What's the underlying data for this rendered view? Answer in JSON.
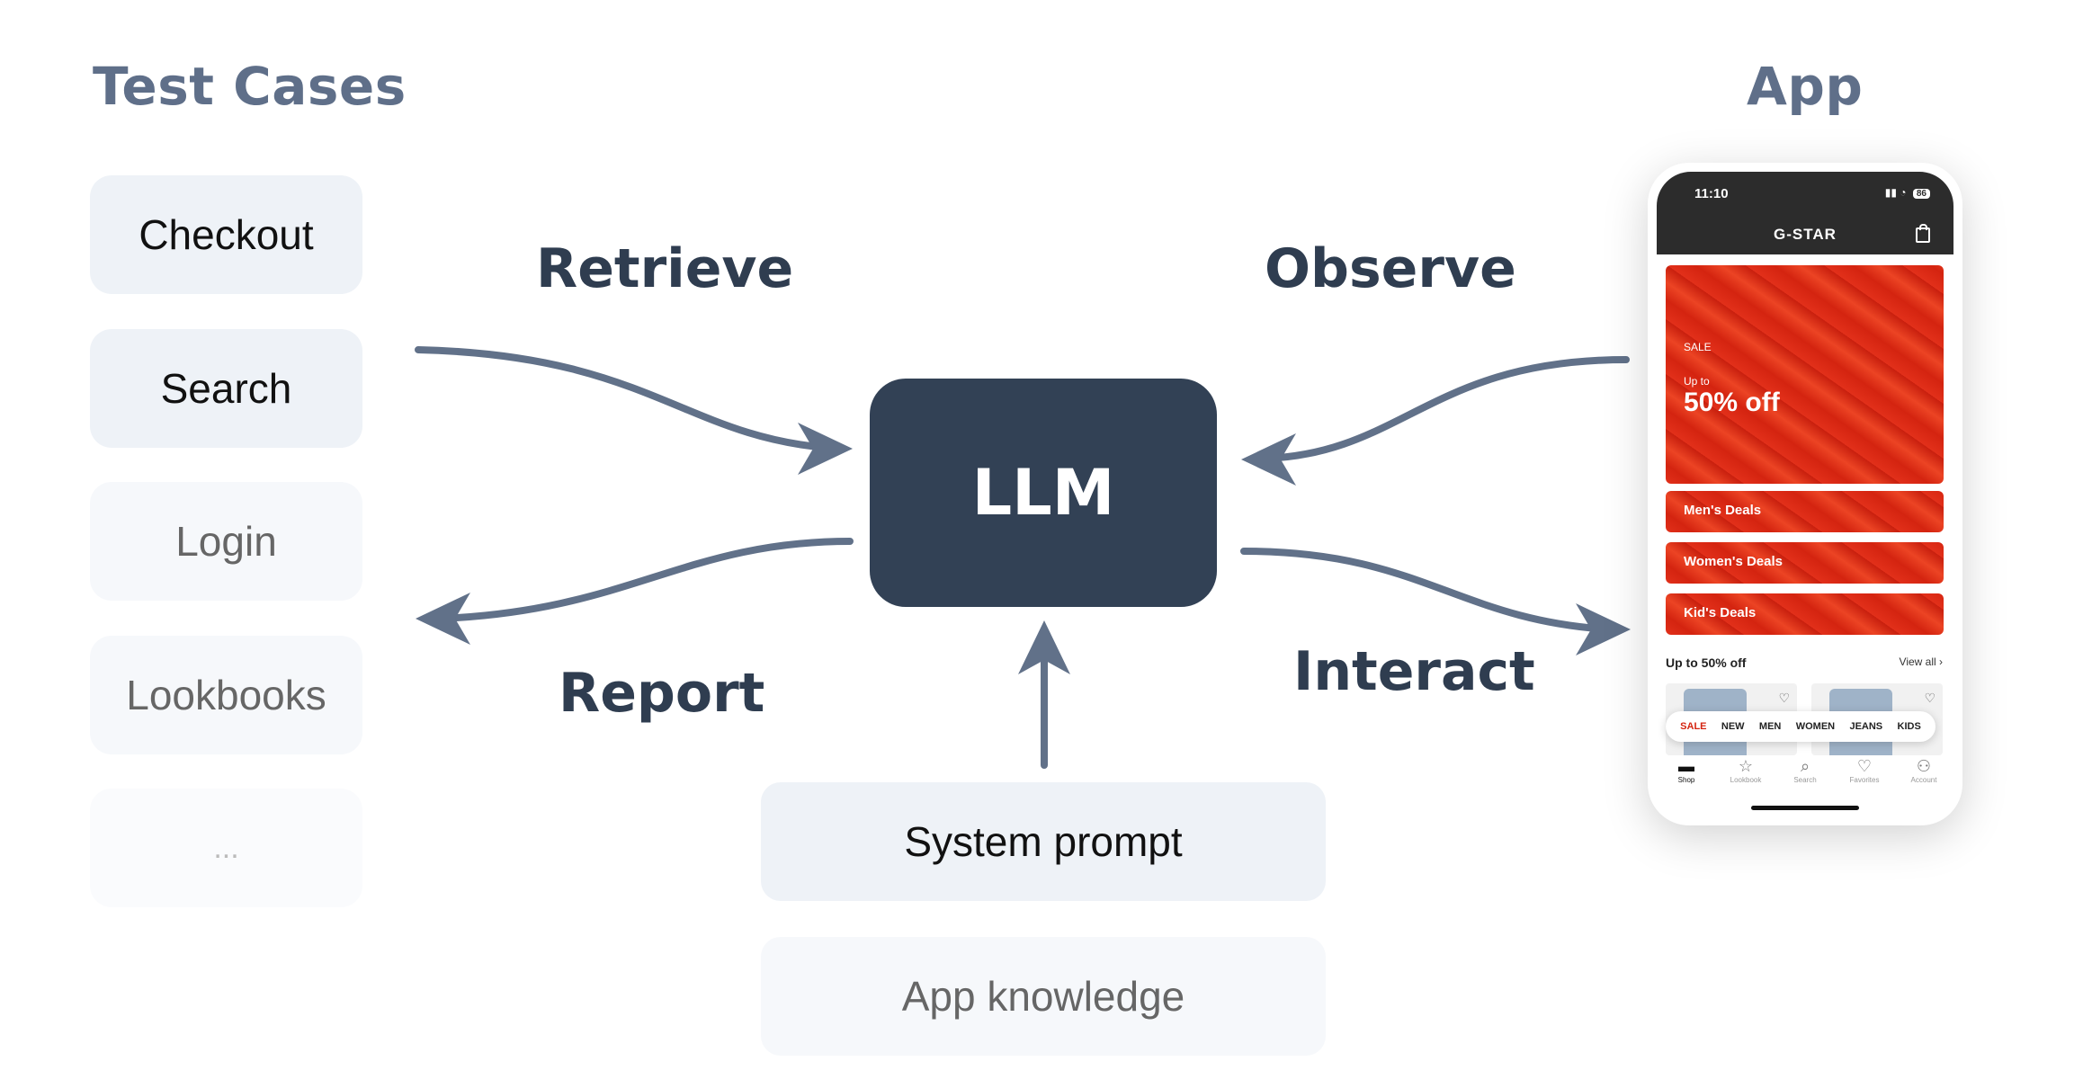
{
  "titles": {
    "test_cases": "Test Cases",
    "app": "App"
  },
  "verbs": {
    "retrieve": "Retrieve",
    "observe": "Observe",
    "report": "Report",
    "interact": "Interact"
  },
  "llm": {
    "label": "LLM"
  },
  "test_cases": [
    {
      "label": "Checkout"
    },
    {
      "label": "Search"
    },
    {
      "label": "Login"
    },
    {
      "label": "Lookbooks"
    },
    {
      "label": "..."
    }
  ],
  "context": {
    "system_prompt": "System prompt",
    "app_knowledge": "App knowledge"
  },
  "colors": {
    "llm_box": "#324155",
    "arrow": "#617189",
    "heading": "#5f6f89",
    "verb": "#2f3d50",
    "box_bg": "#f1f4f8",
    "sale_red": "#d42410"
  },
  "phone": {
    "time": "11:10",
    "battery": "86",
    "brand": "G-STAR",
    "hero": {
      "tag": "SALE",
      "upto": "Up to",
      "offer": "50% off"
    },
    "deals": [
      "Men's Deals",
      "Women's Deals",
      "Kid's Deals"
    ],
    "promo_title": "Up to 50% off",
    "view_all": "View all ›",
    "categories": [
      "SALE",
      "NEW",
      "MEN",
      "WOMEN",
      "JEANS",
      "KIDS"
    ],
    "tabs": [
      {
        "label": "Shop",
        "icon": "shop-icon"
      },
      {
        "label": "Lookbook",
        "icon": "star-icon"
      },
      {
        "label": "Search",
        "icon": "search-icon"
      },
      {
        "label": "Favorites",
        "icon": "heart-icon"
      },
      {
        "label": "Account",
        "icon": "account-icon"
      }
    ]
  }
}
